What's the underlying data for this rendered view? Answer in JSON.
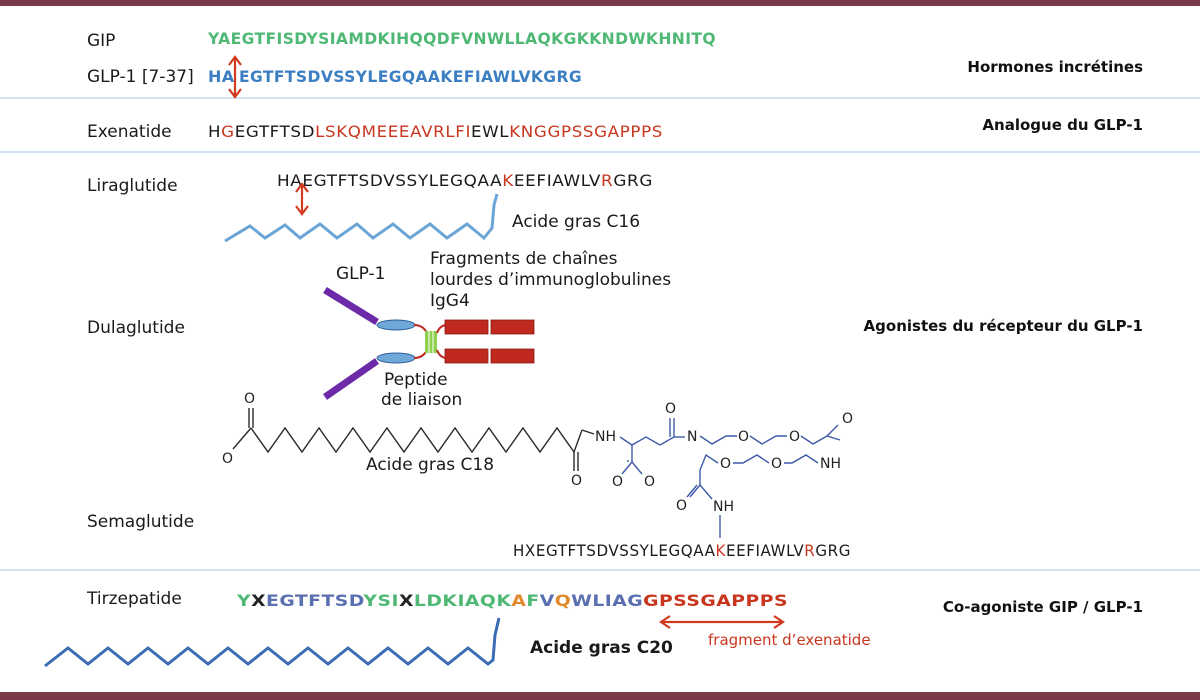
{
  "colors": {
    "frame": "#7a3a4a",
    "divider": "#b8d0e6",
    "gip_green": "#4fb874",
    "glp1_blue": "#3b7fc2",
    "exenatide_red": "#c8361e",
    "arrow_red": "#d23a1f",
    "chain_blue": "#6aa5d6",
    "fc_red": "#c0291f",
    "linker_green": "#8fd14f",
    "glp1_purple": "#6d2aa8",
    "dark_chain": "#3a6cb5"
  },
  "categories": {
    "incretins": "Hormones incrétines",
    "glp1_analog": "Analogue du GLP-1",
    "glp1_agonists": "Agonistes du récepteur du GLP-1",
    "coagonist": "Co-agoniste GIP / GLP-1"
  },
  "labels": {
    "gip": "GIP",
    "glp1": "GLP-1 [7-37]",
    "exenatide": "Exenatide",
    "liraglutide": "Liraglutide",
    "dulaglutide": "Dulaglutide",
    "semaglutide": "Semaglutide",
    "tirzepatide": "Tirzepatide"
  },
  "sequences": {
    "gip": "YAEGTFISDYSIAMDKIHQQDFVNWLLAQKGKKNDWKHNITQ",
    "glp1_a": "HA",
    "glp1_b": "EGTFTSDVSSYLEGQAAKEFIAWLVKGRG",
    "exenatide": [
      {
        "t": "H",
        "red": false
      },
      {
        "t": "G",
        "red": true
      },
      {
        "t": "EGTFTSD",
        "red": false
      },
      {
        "t": "LSKQMEEE",
        "red": true
      },
      {
        "t": "AVRLFI",
        "red": true
      },
      {
        "t": "E",
        "red": false
      },
      {
        "t": "WL",
        "red": false
      },
      {
        "t": "KNGGPSSGAPPPS",
        "red": true
      }
    ],
    "liraglutide": [
      {
        "t": "HA",
        "red": false
      },
      {
        "t": "EGTFTSDVSSYLEGQAA",
        "red": false
      },
      {
        "t": "K",
        "red": true
      },
      {
        "t": "EEFIAWLV",
        "red": false
      },
      {
        "t": "R",
        "red": true
      },
      {
        "t": "GRG",
        "red": false
      }
    ],
    "semaglutide": [
      {
        "t": "HXEGTFTSDVSSYLEGQAA",
        "red": false
      },
      {
        "t": "K",
        "red": true
      },
      {
        "t": "EEFIAWLV",
        "red": false
      },
      {
        "t": "R",
        "red": true
      },
      {
        "t": "GRG",
        "red": false
      }
    ],
    "tirzepatide": [
      {
        "t": "Y",
        "c": "#4fb874"
      },
      {
        "t": "X",
        "c": "#222222"
      },
      {
        "t": "EGTFTSD",
        "c": "#5a6fb0"
      },
      {
        "t": "YSI",
        "c": "#4fb874"
      },
      {
        "t": "X",
        "c": "#222222"
      },
      {
        "t": "LDKIAQK",
        "c": "#4fb874"
      },
      {
        "t": "A",
        "c": "#e08a2c"
      },
      {
        "t": "F",
        "c": "#4fb874"
      },
      {
        "t": "V",
        "c": "#5a6fb0"
      },
      {
        "t": "Q",
        "c": "#e08a2c"
      },
      {
        "t": "WLIAG",
        "c": "#5a6fb0"
      },
      {
        "t": "GPSSGAPPPS",
        "c": "#c8361e"
      }
    ]
  },
  "annotations": {
    "c16": "Acide gras C16",
    "c18": "Acide gras C18",
    "c20": "Acide gras C20",
    "dula_glp1": "GLP-1",
    "dula_fc_1": "Fragments de chaînes",
    "dula_fc_2": "lourdes d’immunoglobulines",
    "dula_fc_3": "IgG4",
    "dula_linker_1": "Peptide",
    "dula_linker_2": "de liaison",
    "exenatide_fragment": "fragment d’exenatide"
  },
  "chem_atoms": {
    "o": "O",
    "nh": "NH",
    "n": "N"
  }
}
